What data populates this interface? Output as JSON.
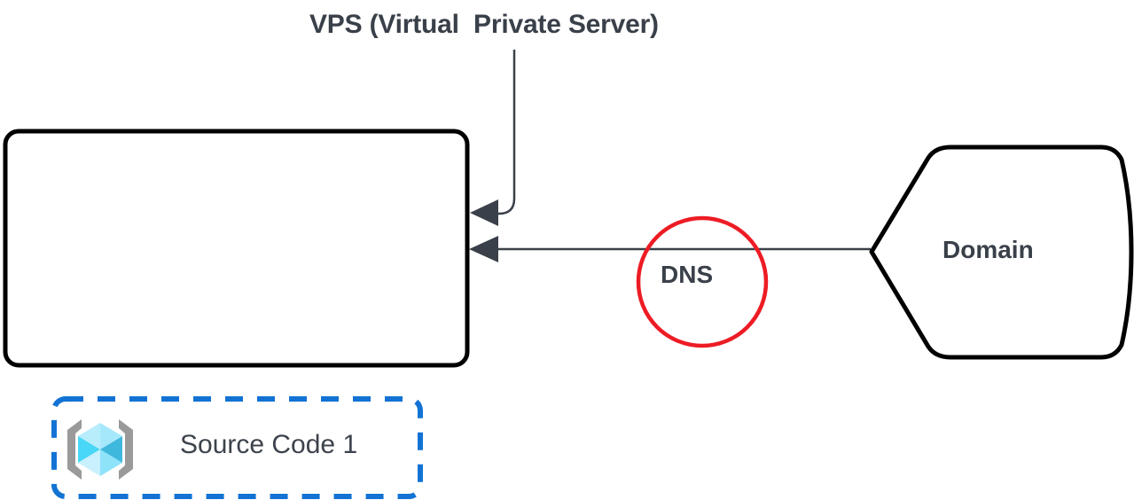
{
  "diagram": {
    "type": "infrastructure-architecture",
    "background_color": "#ffffff",
    "title": "VPS (Virtual  Private Server)",
    "nodes": [
      {
        "id": "vps",
        "label": "VPS (Virtual  Private Server)",
        "shape": "rounded-rectangle",
        "stroke_color": "#000000",
        "fill_color": "#ffffff",
        "label_position": "external-top"
      },
      {
        "id": "dns",
        "label": "DNS",
        "shape": "circle",
        "stroke_color": "#ed1c24",
        "fill_color": "#ffffff",
        "text_color": "#3a4049"
      },
      {
        "id": "domain",
        "label": "Domain",
        "shape": "hexagon-rounded",
        "stroke_color": "#000000",
        "fill_color": "#ffffff",
        "text_color": "#3a4049"
      },
      {
        "id": "source-code-1",
        "label": "Source Code 1",
        "shape": "dashed-rectangle",
        "stroke_color": "#1273d4",
        "stroke_style": "dashed",
        "fill_color": "#ffffff",
        "text_color": "#3d434c",
        "icon": "code-cube-icon"
      }
    ],
    "connectors": [
      {
        "id": "title-to-vps",
        "from": "vps-title",
        "to": "vps",
        "style": "curved",
        "color": "#3a4049",
        "arrowhead": "filled-triangle-left"
      },
      {
        "id": "domain-to-vps",
        "from": "domain",
        "to": "vps",
        "through": "dns",
        "style": "straight",
        "color": "#3a4049",
        "arrowhead": "filled-triangle-left"
      }
    ],
    "colors": {
      "stroke_black": "#000000",
      "slate": "#3a4049",
      "red": "#ed1c24",
      "blue_dash": "#1273d4",
      "icon_bracket_gray": "#9a9a9a",
      "icon_cube_light": "#a5e8fb",
      "icon_cube_mid": "#49d7f7",
      "icon_cube_dark": "#3fb8dd",
      "icon_cube_pale": "#c9f0fd"
    }
  }
}
